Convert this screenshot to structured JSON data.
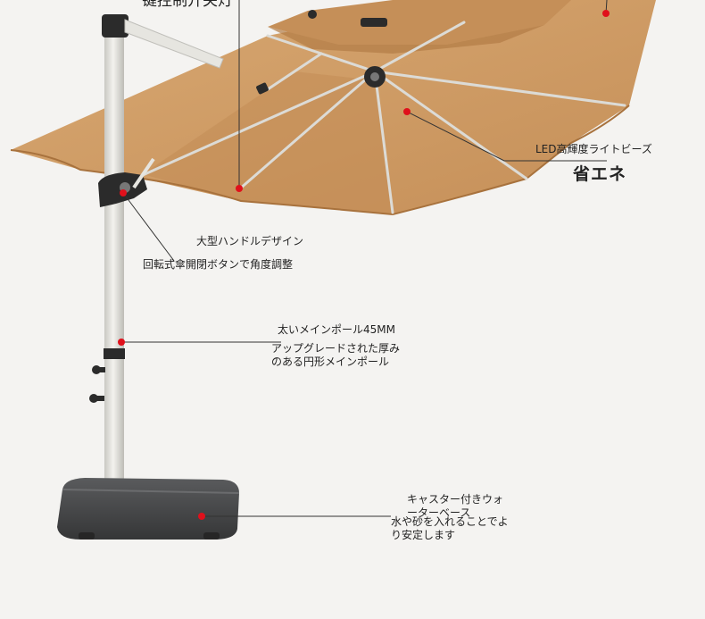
{
  "annotations": {
    "top_control": "一键控制开关灯",
    "led_title": "LED高輝度ライトビーズ",
    "led_sub": "省エネ",
    "handle_title": "大型ハンドルデザイン",
    "handle_sub": "回転式傘開閉ボタンで角度調整",
    "pole_title": "太いメインポール45MM",
    "pole_sub_1": "アップグレードされた厚み",
    "pole_sub_2": "のある円形メインポール",
    "base_title_1": "キャスター付きウォ",
    "base_title_2": "ーターベース",
    "base_sub_1": "水や砂を入れることでよ",
    "base_sub_2": "り安定します"
  },
  "colors": {
    "background": "#f4f3f1",
    "canopy": "#cf9a63",
    "canopy_shadow": "#b9834d",
    "pole": "#e3e2dd",
    "base": "#4a4b4c",
    "marker": "#e0101b",
    "leader": "#333333"
  }
}
